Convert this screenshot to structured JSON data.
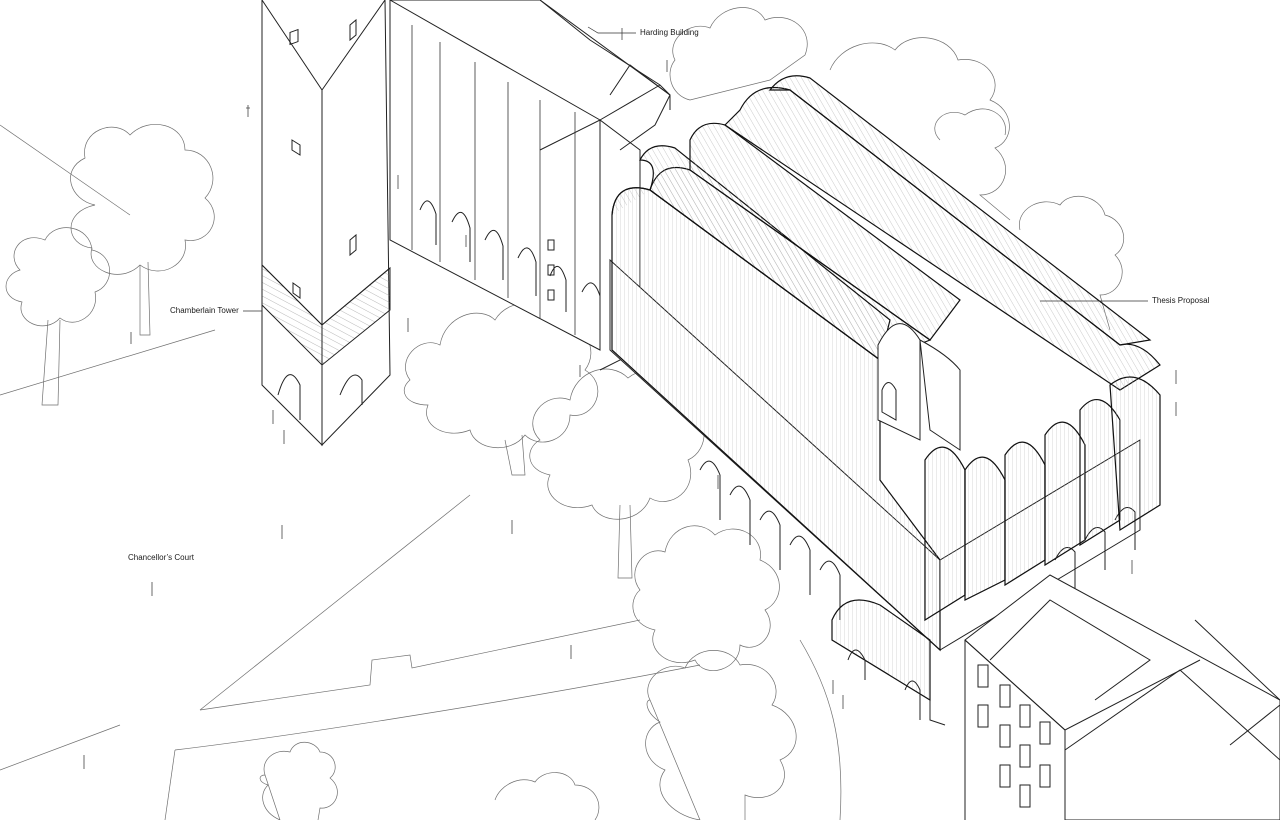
{
  "labels": {
    "harding": "Harding Building",
    "tower": "Chamberlain Tower",
    "proposal": "Thesis Proposal",
    "court": "Chancellor’s Court"
  },
  "colors": {
    "line": "#222222",
    "light_line": "#6f6f6f",
    "background": "#ffffff"
  }
}
